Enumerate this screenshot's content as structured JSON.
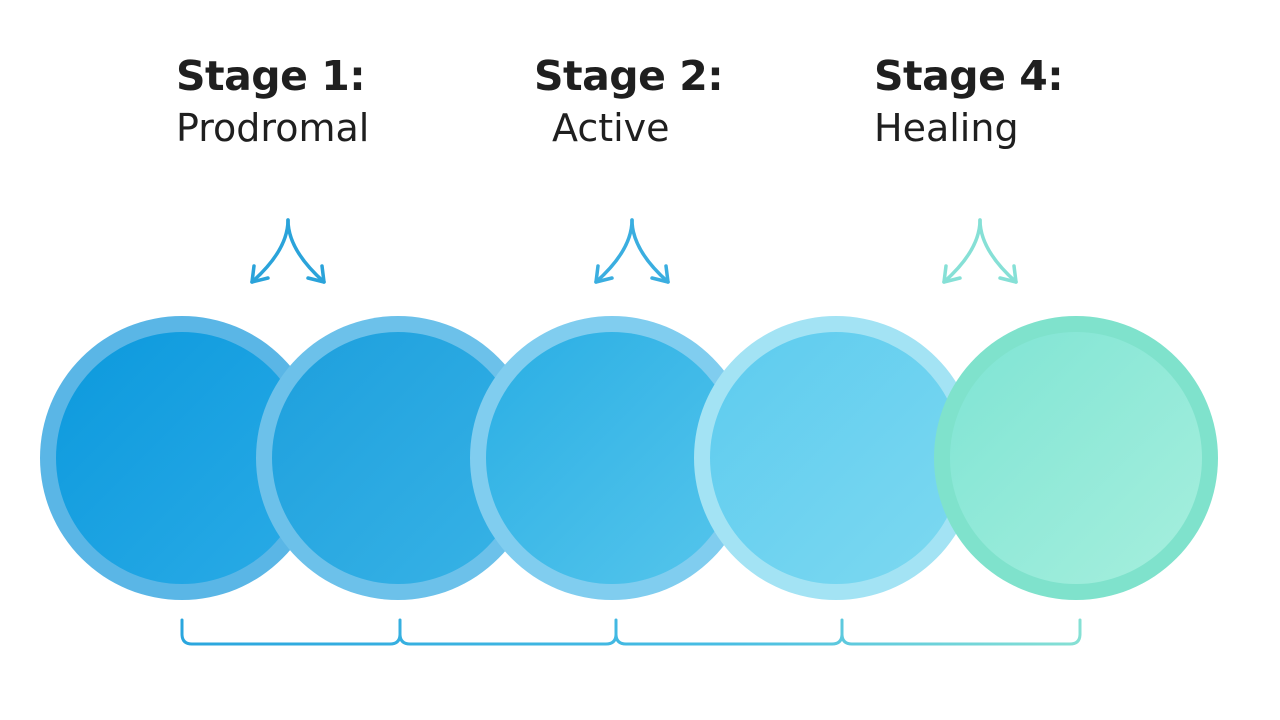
{
  "stages": [
    {
      "title": "Stage 1:",
      "name": "Prodromal"
    },
    {
      "title": "Stage 2:",
      "name": "Active"
    },
    {
      "title": "Stage 4:",
      "name": "Healing"
    }
  ],
  "colors": {
    "circle_1": "#129fe2",
    "circle_2": "#27a8e2",
    "circle_3": "#3ab6e8",
    "circle_4": "#6fd2ee",
    "circle_5": "#8ee8d6",
    "arrow_1": "#2aa3da",
    "arrow_2": "#38ace0",
    "arrow_3": "#86e0d6",
    "bracket": "#3fb4e0",
    "bracket_end": "#7fdcd0",
    "text": "#1f1f1f"
  }
}
